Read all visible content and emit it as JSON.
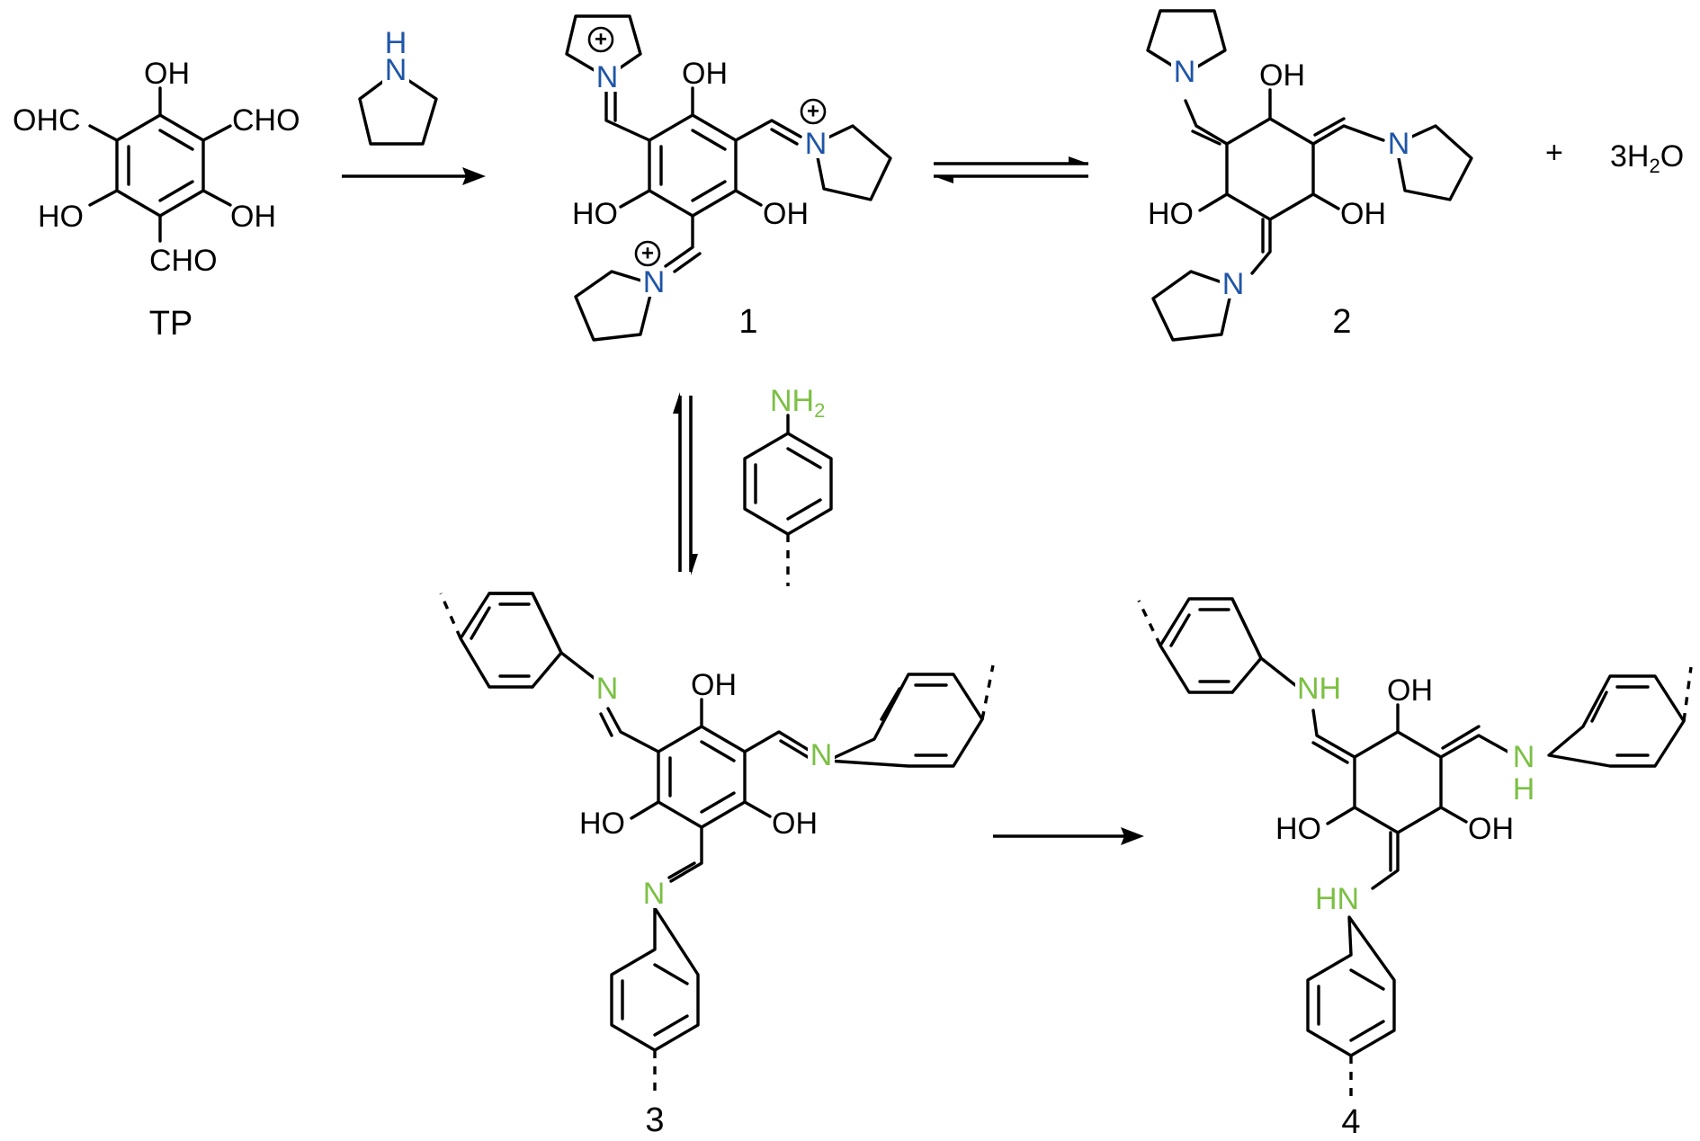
{
  "colors": {
    "bond": "#000000",
    "pyrrolidine_nitrogen": "#1f55a8",
    "amine_nitrogen": "#7bc043"
  },
  "compounds": {
    "tp": {
      "label": "TP",
      "oh_top": "OH",
      "cho_right": "CHO",
      "ohc_left": "OHC",
      "oh_left": "HO",
      "oh_right": "OH",
      "cho_bottom": "CHO"
    },
    "pyrrolidine": {
      "n": "N",
      "h": "H"
    },
    "c1": {
      "label": "1",
      "oh_top": "OH",
      "oh_left": "HO",
      "oh_right": "OH",
      "n": "N",
      "charge": "+"
    },
    "c2": {
      "label": "2",
      "oh_top": "OH",
      "oh_left": "HO",
      "oh_right": "OH",
      "n": "N"
    },
    "byproduct": {
      "plus": "+",
      "water_coeff": "3H",
      "water_sub": "2",
      "water_tail": "O"
    },
    "amine": {
      "nh": "NH",
      "nh_sub": "2"
    },
    "c3": {
      "label": "3",
      "oh_top": "OH",
      "oh_left": "HO",
      "oh_right": "OH",
      "n": "N"
    },
    "c4": {
      "label": "4",
      "oh_top": "OH",
      "oh_left": "HO",
      "oh_right": "OH",
      "nh": "NH",
      "nh_alt": "HN",
      "n": "N",
      "h": "H"
    }
  }
}
